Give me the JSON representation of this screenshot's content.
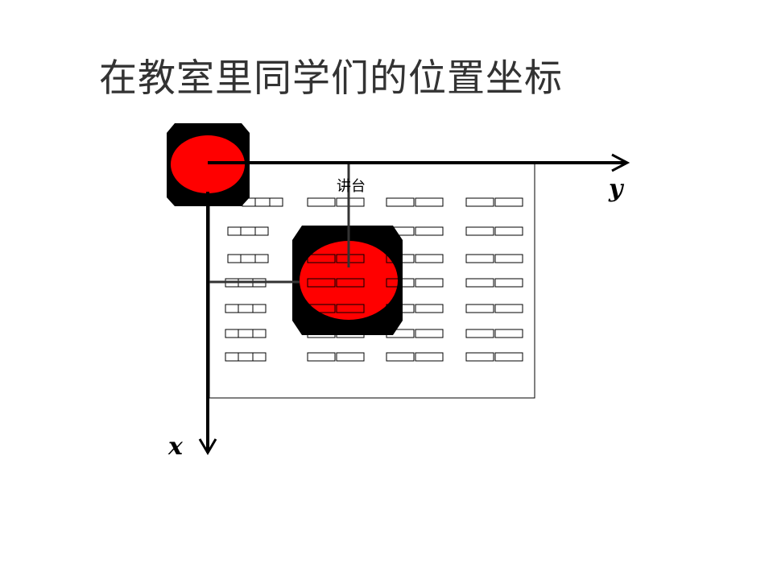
{
  "slide": {
    "title": "在教室里同学们的位置坐标"
  },
  "diagram": {
    "podium_label": "讲台",
    "x_axis_label": "x",
    "y_axis_label": "y",
    "desk_rows": 7,
    "desk_groups_per_row": 4,
    "desks_per_group": 2,
    "marker_colors": {
      "fill": "#ff0000",
      "frame": "#000000"
    }
  }
}
